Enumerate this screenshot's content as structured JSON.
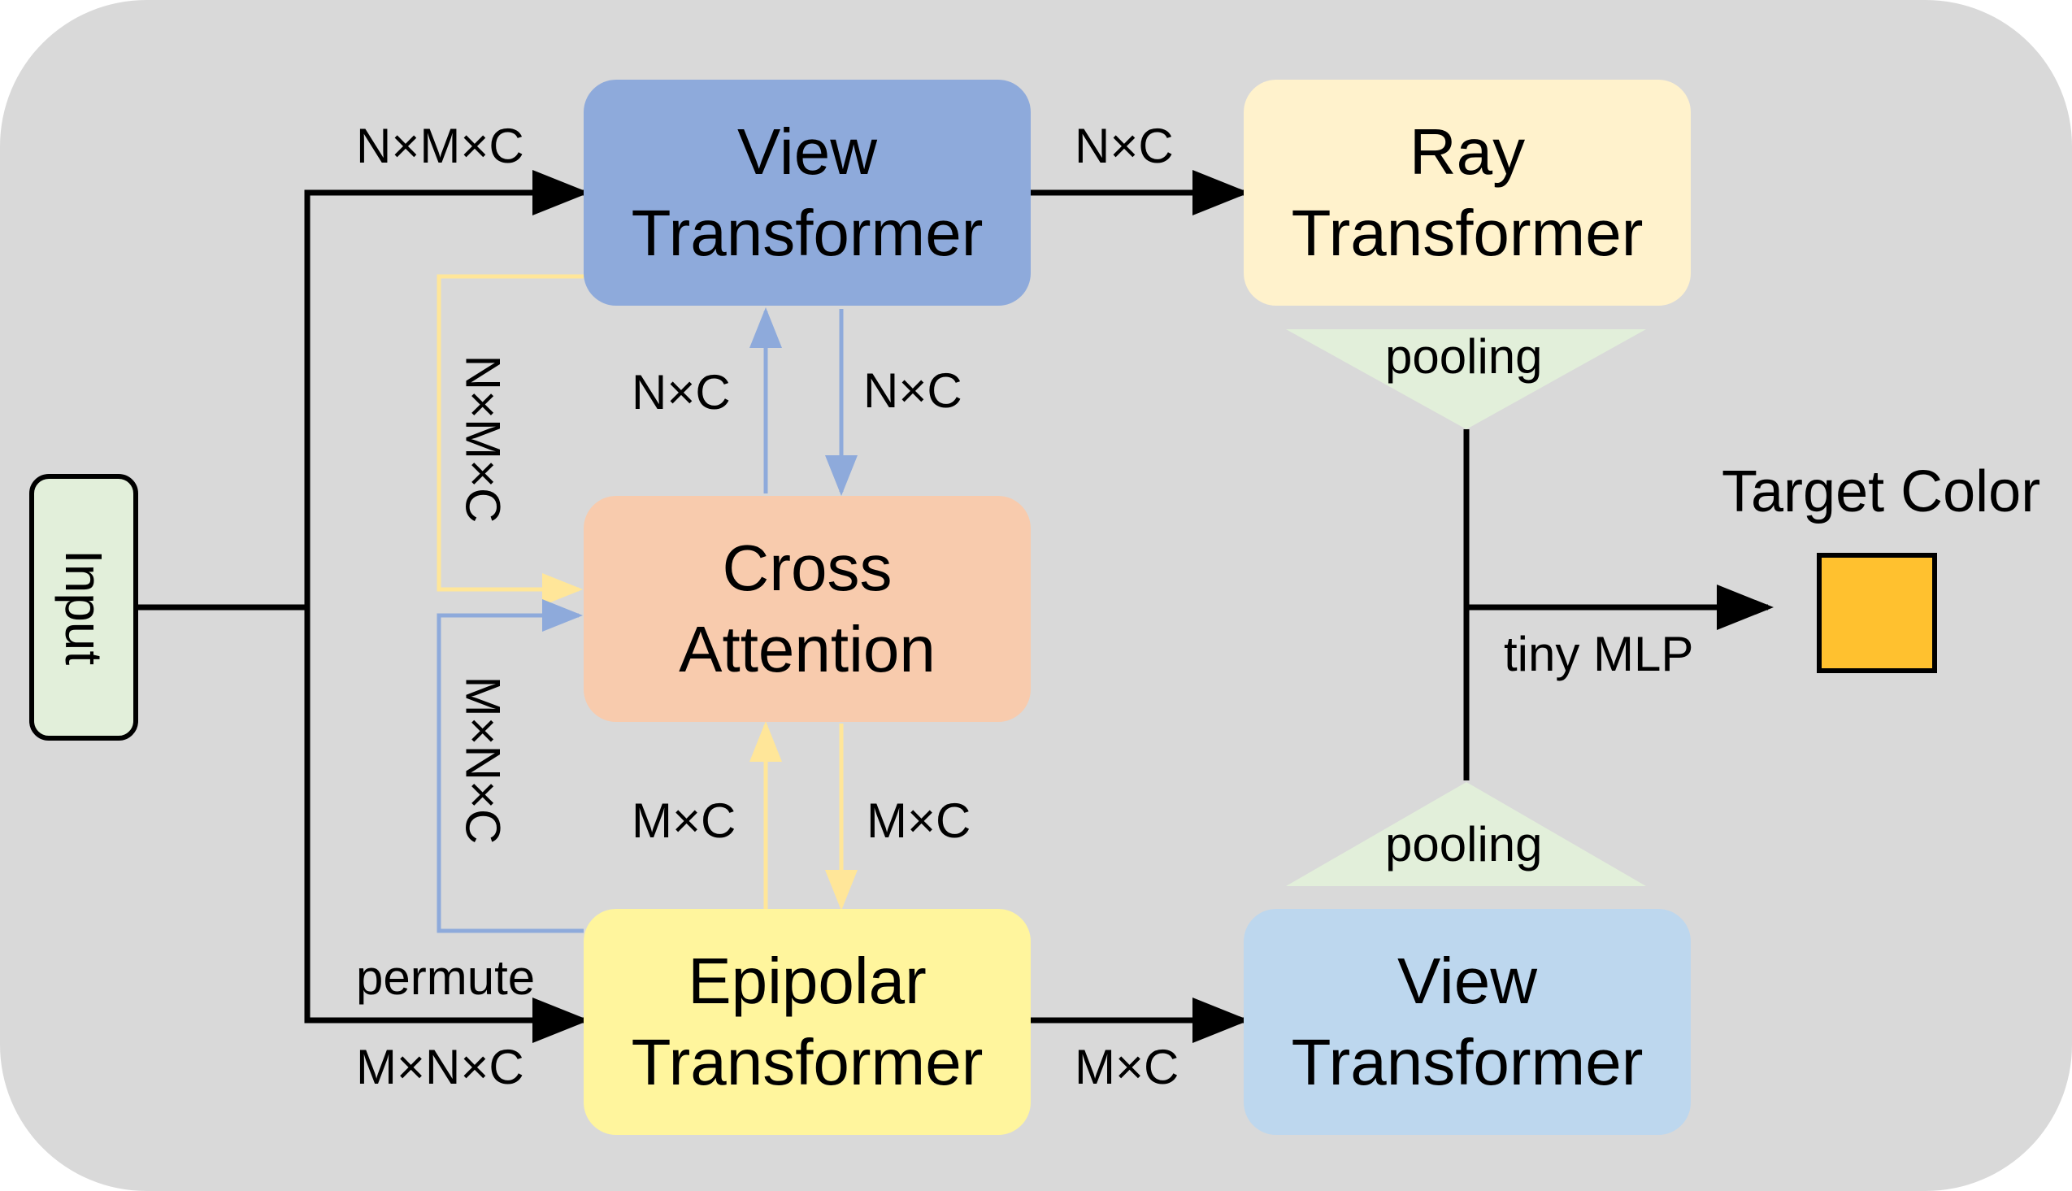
{
  "input": {
    "label": "Input"
  },
  "nodes": {
    "view_transformer_top": {
      "line1": "View",
      "line2": "Transformer"
    },
    "ray_transformer": {
      "line1": "Ray",
      "line2": "Transformer"
    },
    "cross_attention": {
      "line1": "Cross",
      "line2": "Attention"
    },
    "epipolar_transformer": {
      "line1": "Epipolar",
      "line2": "Transformer"
    },
    "view_transformer_bottom": {
      "line1": "View",
      "line2": "Transformer"
    }
  },
  "edge_labels": {
    "input_to_view": "N×M×C",
    "view_to_ray": "N×C",
    "view_to_cross_left": "N×C",
    "view_to_cross_right": "N×C",
    "view_to_cross_side": "N×M×C",
    "epipolar_to_cross_side": "M×N×C",
    "epipolar_to_cross_left": "M×C",
    "epipolar_to_cross_right": "M×C",
    "input_to_epipolar_top": "permute",
    "input_to_epipolar_bottom": "M×N×C",
    "epipolar_to_view": "M×C",
    "mlp": "tiny MLP"
  },
  "pooling": {
    "top": "pooling",
    "bottom": "pooling"
  },
  "output": {
    "label": "Target Color"
  },
  "colors": {
    "background": "#d9d9d9",
    "view_top": "#8eaadb",
    "ray": "#fff2cc",
    "cross": "#f8cbad",
    "epipolar": "#fff59d",
    "view_bottom": "#bdd7ee",
    "input": "#e2efda",
    "pooling": "#e2efda",
    "target": "#ffc12f",
    "blue_arrow": "#8eaadb",
    "yellow_arrow": "#ffe699",
    "black_arrow": "#000000"
  }
}
